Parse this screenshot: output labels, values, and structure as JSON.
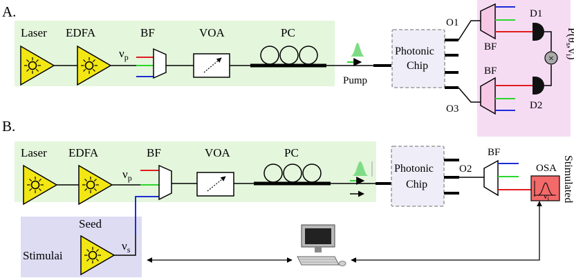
{
  "colors": {
    "green_bg": "#e4f6dc",
    "pink_bg": "#f5dcf3",
    "blue_bg": "#dedcf3",
    "chip_bg": "#efeef8",
    "laser_fill": "#f2e614",
    "pulse_green": "#7fdc86",
    "osa_fill": "#f26a6a",
    "line_red": "#e21a1a",
    "line_green": "#2bd62b",
    "line_blue": "#1b2bd9",
    "bf_pink": "#f7c8e6"
  },
  "partA": {
    "label": "A.",
    "laser_label": "Laser",
    "edfa_label": "EDFA",
    "bf_label": "BF",
    "nu_p": "ν",
    "nu_p_sub": "p",
    "voa_label": "VOA",
    "pc_label": "PC",
    "pump_label": "Pump",
    "chip_line1": "Photonic",
    "chip_line2": "Chip",
    "o1": "O1",
    "o3": "O3",
    "bf_top": "BF",
    "bf_bottom": "BF",
    "d1": "D1",
    "d2": "D2",
    "p_label": "P(θ",
    "p_sub1": "s",
    "p_mid": ",v",
    "p_sub2": "i",
    "p_end": ")",
    "cross": "×"
  },
  "partB": {
    "label": "B.",
    "laser_label": "Laser",
    "edfa_label": "EDFA",
    "bf_label": "BF",
    "nu_p": "ν",
    "nu_p_sub": "p",
    "voa_label": "VOA",
    "pc_label": "PC",
    "chip_line1": "Photonic",
    "chip_line2": "Chip",
    "o2": "O2",
    "bf_right": "BF",
    "osa_label": "OSA",
    "osa_nu": "ν",
    "osa_nu_sub": "i",
    "stimulated": "Stimulated",
    "seed_label": "Seed",
    "stimulai": "Stimulai",
    "nu_s": "ν",
    "nu_s_sub": "s"
  }
}
